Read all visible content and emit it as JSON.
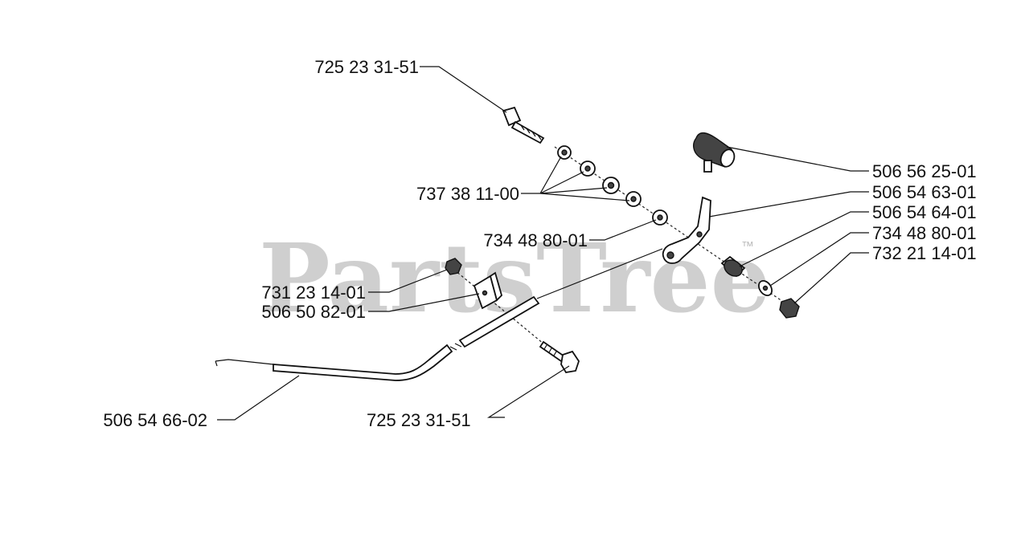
{
  "watermark": {
    "text": "PartsTree",
    "trademark": "™"
  },
  "parts": {
    "screw_top": "725 23 31-51",
    "washers": "737 38 11-00",
    "washer_mid": "734 48 80-01",
    "nut_left": "731 23 14-01",
    "clamp": "506 50 82-01",
    "cable": "506 54 66-02",
    "screw_bottom": "725 23 31-51",
    "knob": "506 56 25-01",
    "lever": "506 54 63-01",
    "bushing": "506 54 64-01",
    "washer_right": "734 48 80-01",
    "nut_right": "732 21 14-01"
  }
}
